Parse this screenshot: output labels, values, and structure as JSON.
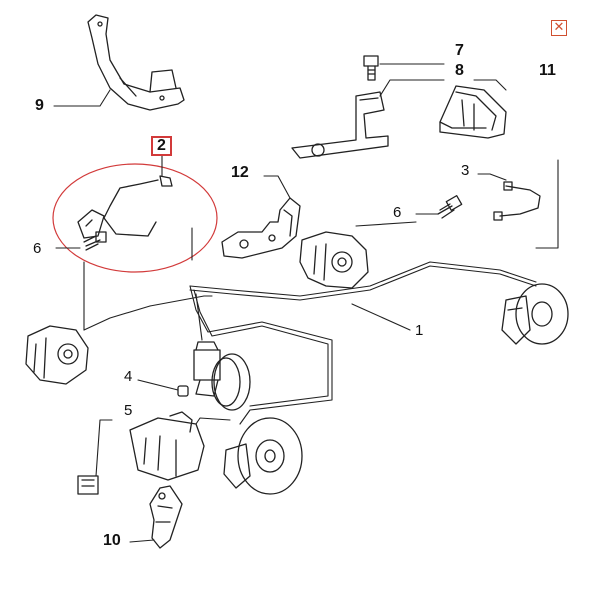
{
  "close_glyph": "✕",
  "highlight_color": "#d23a3a",
  "line_color": "#222222",
  "callouts": {
    "c1": "1",
    "c2": "2",
    "c3": "3",
    "c4": "4",
    "c5": "5",
    "c6a": "6",
    "c6b": "6",
    "c7": "7",
    "c8": "8",
    "c9": "9",
    "c10": "10",
    "c11": "11",
    "c12": "12"
  },
  "selected_part": "2"
}
